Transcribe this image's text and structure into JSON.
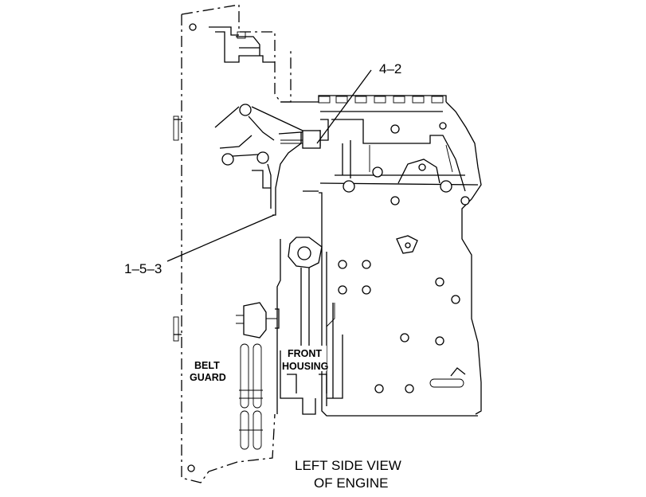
{
  "callouts": {
    "part_4_2": "4–2",
    "part_1_5_3": "1–5–3"
  },
  "labels": {
    "belt_guard_line1": "BELT",
    "belt_guard_line2": "GUARD",
    "front_housing_line1": "FRONT",
    "front_housing_line2": "HOUSING"
  },
  "caption": {
    "line1": "LEFT SIDE VIEW",
    "line2": "OF ENGINE"
  }
}
